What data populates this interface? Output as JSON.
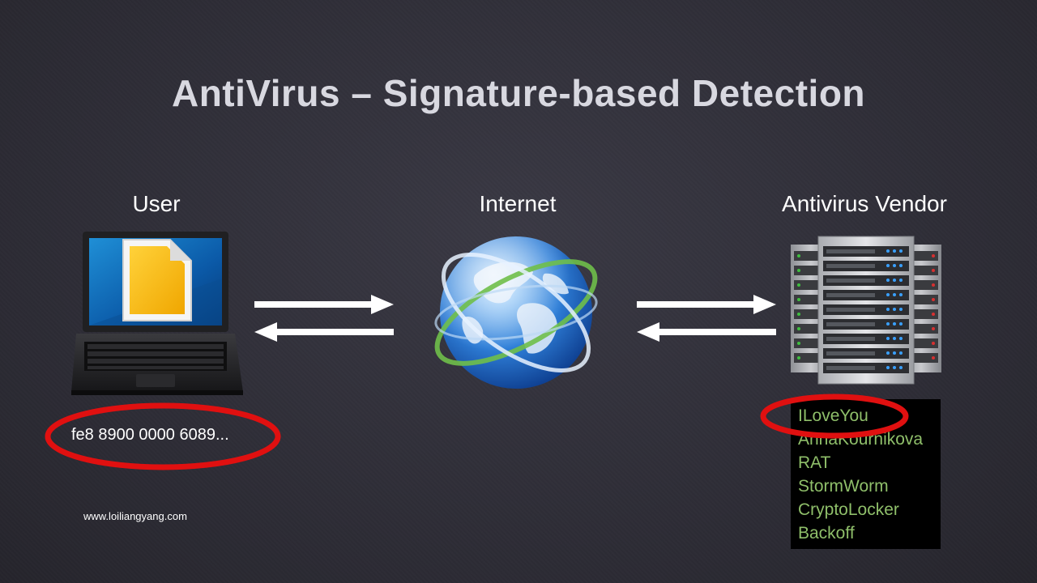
{
  "title": "AntiVirus – Signature-based Detection",
  "labels": {
    "user": "User",
    "internet": "Internet",
    "vendor": "Antivirus Vendor"
  },
  "file_hash": "fe8 8900 0000 6089...",
  "signatures": [
    "ILoveYou",
    "AnnaKournikova",
    "RAT",
    "StormWorm",
    "CryptoLocker",
    "Backoff"
  ],
  "footer": "www.loiliangyang.com",
  "colors": {
    "background": "#2e2d37",
    "highlight_circle": "#e01010",
    "signature_text": "#8fbf6a"
  },
  "icons": {
    "laptop": "laptop-icon",
    "document": "document-icon",
    "globe": "globe-icon",
    "server": "server-rack-icon"
  }
}
